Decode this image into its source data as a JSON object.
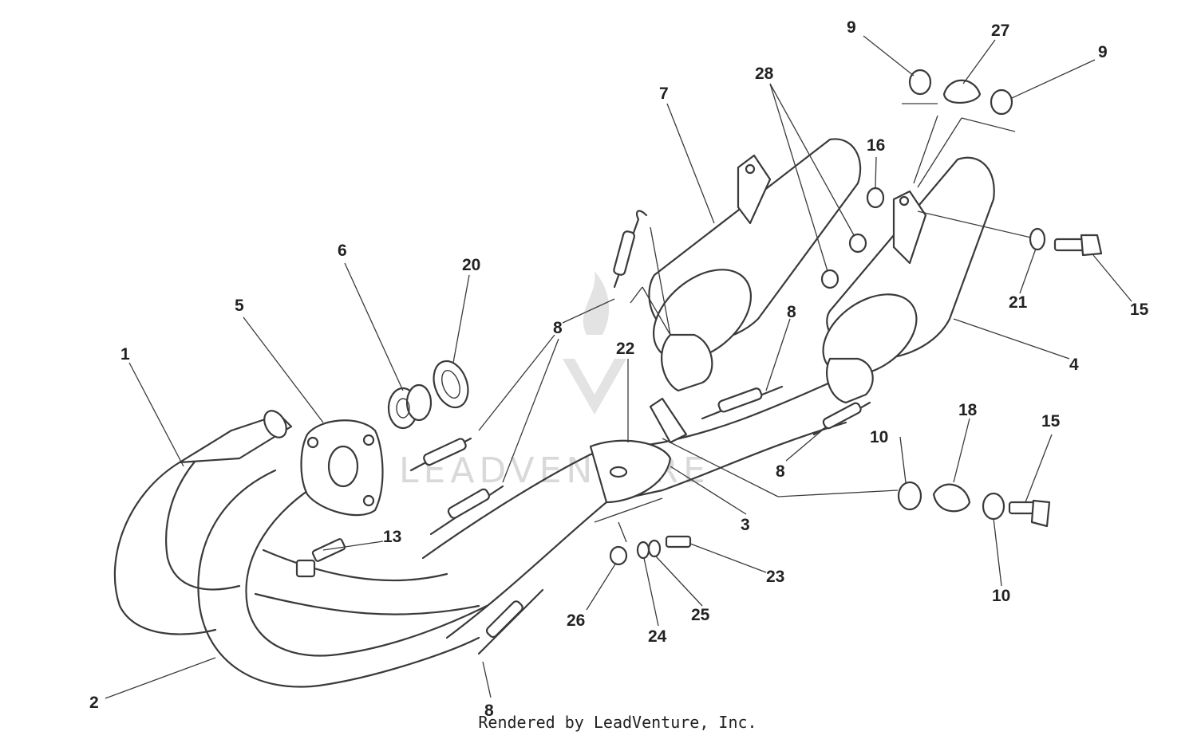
{
  "footer_text": "Rendered by LeadVenture, Inc.",
  "watermark_text": "LEADVENTURE",
  "callouts": {
    "c1": "1",
    "c2": "2",
    "c3": "3",
    "c4": "4",
    "c5": "5",
    "c6": "6",
    "c7": "7",
    "c8a": "8",
    "c8b": "8",
    "c8c": "8",
    "c8d": "8",
    "c9a": "9",
    "c9b": "9",
    "c10a": "10",
    "c10b": "10",
    "c13": "13",
    "c15a": "15",
    "c15b": "15",
    "c16": "16",
    "c18": "18",
    "c20": "20",
    "c21": "21",
    "c22": "22",
    "c23": "23",
    "c24": "24",
    "c25": "25",
    "c26": "26",
    "c27": "27",
    "c28": "28"
  }
}
